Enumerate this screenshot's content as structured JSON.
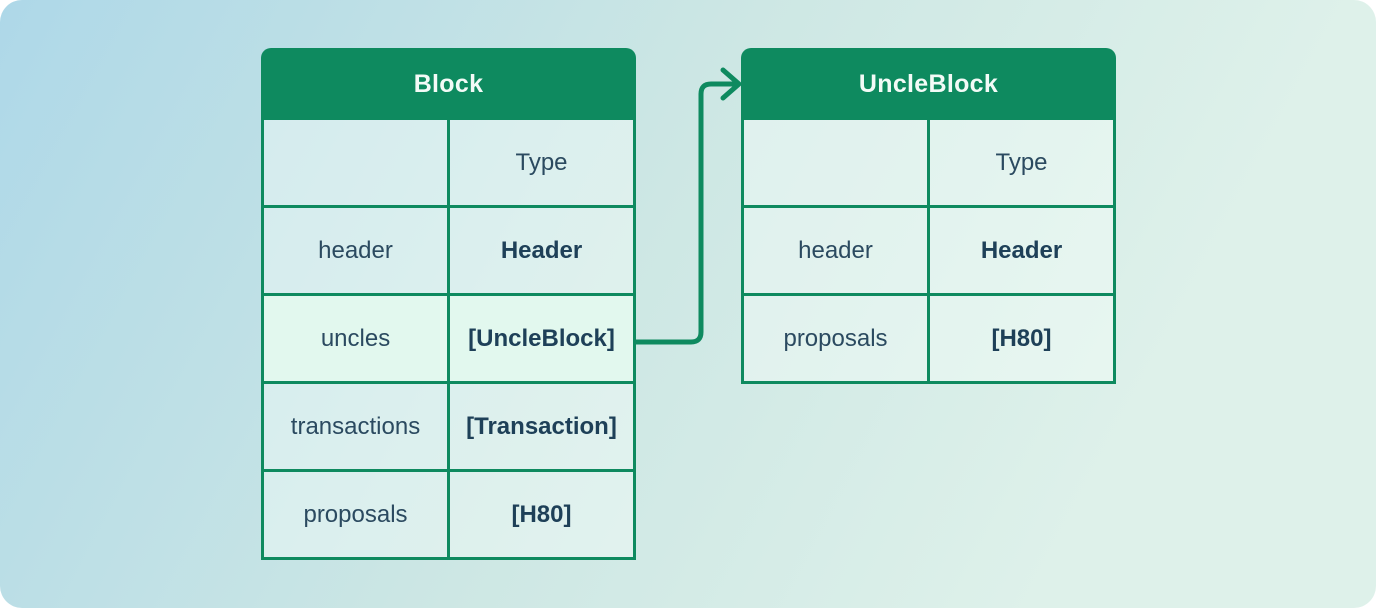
{
  "colors": {
    "accent_green": "#0e8a5f",
    "header_text": "#f3fbf7",
    "cell_text": "#2b4a60",
    "type_text": "#1e4058",
    "cell_bg": "rgba(243,252,248,0.45)",
    "highlight_bg": "#e2f8ee",
    "bg_start": "#aed8e8",
    "bg_mid": "#cde7e4",
    "bg_end": "#def1ea"
  },
  "diagram": {
    "tables": [
      {
        "id": "block",
        "title": "Block",
        "type_column_label": "Type",
        "rows": [
          {
            "field": "header",
            "type": "Header",
            "highlighted": false
          },
          {
            "field": "uncles",
            "type": "[UncleBlock]",
            "highlighted": true
          },
          {
            "field": "transactions",
            "type": "[Transaction]",
            "highlighted": false
          },
          {
            "field": "proposals",
            "type": "[H80]",
            "highlighted": false
          }
        ]
      },
      {
        "id": "uncleblock",
        "title": "UncleBlock",
        "type_column_label": "Type",
        "rows": [
          {
            "field": "header",
            "type": "Header",
            "highlighted": false
          },
          {
            "field": "proposals",
            "type": "[H80]",
            "highlighted": false
          }
        ]
      }
    ],
    "connector": {
      "from_table": "Block",
      "from_field": "uncles",
      "to_table": "UncleBlock"
    }
  }
}
